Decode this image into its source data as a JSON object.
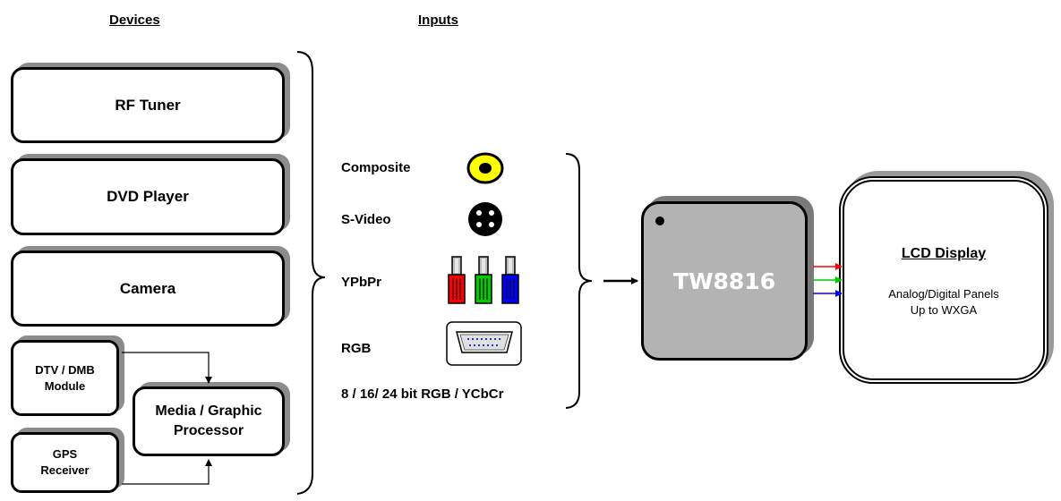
{
  "headers": {
    "devices": "Devices",
    "inputs": "Inputs"
  },
  "devices": {
    "rf_tuner": "RF Tuner",
    "dvd_player": "DVD Player",
    "camera": "Camera",
    "dtv_dmb_line1": "DTV / DMB",
    "dtv_dmb_line2": "Module",
    "gps_line1": "GPS",
    "gps_line2": "Receiver",
    "processor_line1": "Media / Graphic",
    "processor_line2": "Processor"
  },
  "inputs": {
    "composite": "Composite",
    "svideo": "S-Video",
    "ypbpr": "YPbPr",
    "rgb": "RGB",
    "digital": "8 / 16/ 24 bit RGB / YCbCr"
  },
  "chip": {
    "name": "TW8816"
  },
  "lcd": {
    "title": "LCD Display",
    "line1": "Analog/Digital Panels",
    "line2": "Up to WXGA"
  },
  "colors": {
    "chip_fill": "#b3b3b3",
    "composite_jack": "#ffff00",
    "red": "#ff0000",
    "green": "#00cc00",
    "blue": "#0000ff"
  },
  "icons": [
    "composite-jack-icon",
    "svideo-connector-icon",
    "ypbpr-plugs-icon",
    "vga-connector-icon"
  ]
}
